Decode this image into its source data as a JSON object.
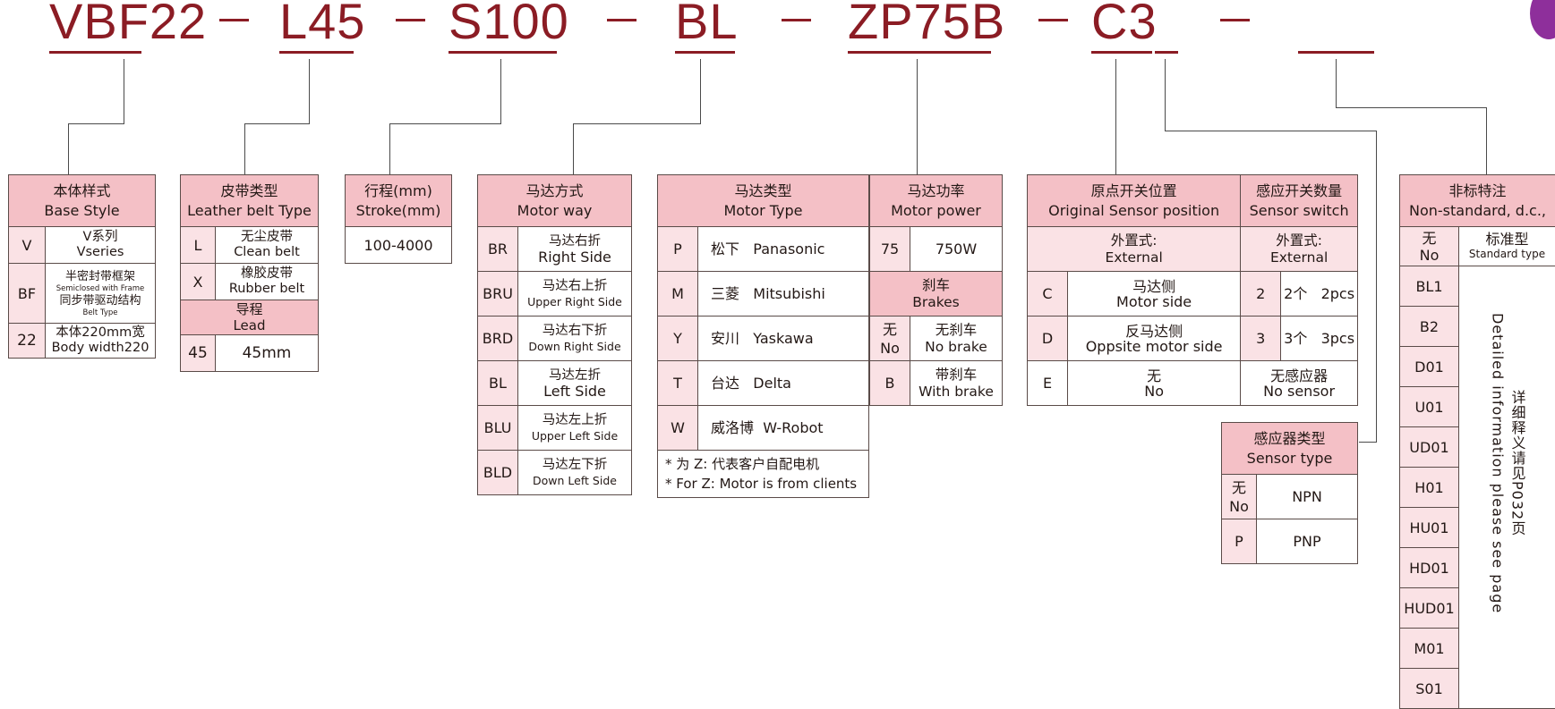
{
  "model_code": {
    "segments": [
      "VBF22",
      "L45",
      "S100",
      "BL",
      "ZP75B",
      "C3",
      "",
      ""
    ],
    "separator": "—"
  },
  "colors": {
    "code_red": "#8b1c24",
    "header_pink": "#f4c0c6",
    "key_pink": "#fae2e5",
    "border": "#5a4b48",
    "corner_dot": "#8e2f9b"
  },
  "base_style": {
    "header_cn": "本体样式",
    "header_en": "Base Style",
    "rows": [
      {
        "key": "V",
        "cn": "V系列",
        "en": "Vseries"
      },
      {
        "key": "BF",
        "cn": "半密封带框架",
        "en": "Semiclosed with Frame",
        "cn2": "同步带驱动结构",
        "en2": "Belt Type"
      },
      {
        "key": "22",
        "cn": "本体220mm宽",
        "en": "Body width220"
      }
    ]
  },
  "belt_type": {
    "header_cn": "皮带类型",
    "header_en": "Leather belt Type",
    "rows": [
      {
        "key": "L",
        "cn": "无尘皮带",
        "en": "Clean belt"
      },
      {
        "key": "X",
        "cn": "橡胶皮带",
        "en": "Rubber belt"
      }
    ],
    "lead": {
      "header_cn": "导程",
      "header_en": "Lead",
      "key": "45",
      "value": "45mm"
    }
  },
  "stroke": {
    "header_cn": "行程(mm)",
    "header_en": "Stroke(mm)",
    "value": "100-4000"
  },
  "motor_way": {
    "header_cn": "马达方式",
    "header_en": "Motor way",
    "rows": [
      {
        "key": "BR",
        "cn": "马达右折",
        "en": "Right Side"
      },
      {
        "key": "BRU",
        "cn": "马达右上折",
        "en": "Upper Right Side"
      },
      {
        "key": "BRD",
        "cn": "马达右下折",
        "en": "Down Right Side"
      },
      {
        "key": "BL",
        "cn": "马达左折",
        "en": "Left Side"
      },
      {
        "key": "BLU",
        "cn": "马达左上折",
        "en": "Upper Left Side"
      },
      {
        "key": "BLD",
        "cn": "马达左下折",
        "en": "Down Left Side"
      }
    ]
  },
  "motor_type": {
    "header_cn": "马达类型",
    "header_en": "Motor Type",
    "rows": [
      {
        "key": "P",
        "cn": "松下",
        "en": "Panasonic"
      },
      {
        "key": "M",
        "cn": "三菱",
        "en": "Mitsubishi"
      },
      {
        "key": "Y",
        "cn": "安川",
        "en": "Yaskawa"
      },
      {
        "key": "T",
        "cn": "台达",
        "en": "Delta"
      },
      {
        "key": "W",
        "cn": "威洛博",
        "en": "W-Robot"
      }
    ],
    "note_cn": "* 为 Z: 代表客户自配电机",
    "note_en": "* For Z: Motor is from clients"
  },
  "motor_power": {
    "header_cn": "马达功率",
    "header_en": "Motor power",
    "rows": [
      {
        "key": "75",
        "value": "750W"
      }
    ]
  },
  "brakes": {
    "header_cn": "刹车",
    "header_en": "Brakes",
    "rows": [
      {
        "key_cn": "无",
        "key_en": "No",
        "cn": "无刹车",
        "en": "No brake"
      },
      {
        "key_cn": "B",
        "key_en": "",
        "cn": "带刹车",
        "en": "With brake"
      }
    ]
  },
  "sensor_position": {
    "header_cn": "原点开关位置",
    "header_en": "Original Sensor position",
    "sub_cn": "外置式:",
    "sub_en": "External",
    "rows": [
      {
        "key": "C",
        "cn": "马达侧",
        "en": "Motor side"
      },
      {
        "key": "D",
        "cn": "反马达侧",
        "en": "Oppsite motor side"
      },
      {
        "key": "E",
        "cn": "无",
        "en": "No"
      }
    ]
  },
  "sensor_switch": {
    "header_cn": "感应开关数量",
    "header_en": "Sensor switch",
    "sub_cn": "外置式:",
    "sub_en": "External",
    "rows": [
      {
        "key": "2",
        "value": "2个   2pcs"
      },
      {
        "key": "3",
        "value": "3个   3pcs"
      }
    ],
    "none_cn": "无感应器",
    "none_en": "No sensor"
  },
  "sensor_type": {
    "header_cn": "感应器类型",
    "header_en": "Sensor type",
    "rows": [
      {
        "key_cn": "无",
        "key_en": "No",
        "value": "NPN"
      },
      {
        "key_cn": "P",
        "key_en": "",
        "value": "PNP"
      }
    ]
  },
  "non_standard": {
    "header_cn": "非标特注",
    "header_en": "Non-standard, d.c.,",
    "first": {
      "key_cn": "无",
      "key_en": "No",
      "cn": "标准型",
      "en": "Standard type"
    },
    "codes": [
      "BL1",
      "B2",
      "D01",
      "U01",
      "UD01",
      "H01",
      "HU01",
      "HD01",
      "HUD01",
      "M01",
      "S01"
    ],
    "detail_cn": "详细释义请见P032页",
    "detail_en": "Detailed information please see page"
  }
}
